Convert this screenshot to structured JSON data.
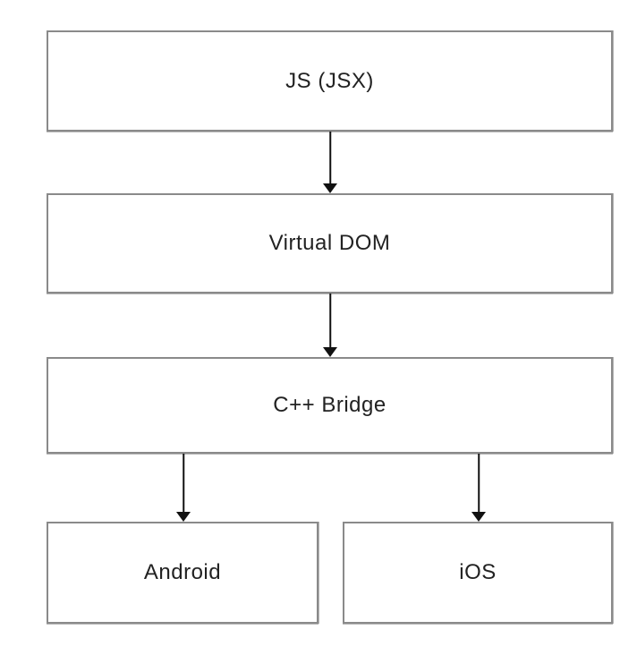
{
  "diagram": {
    "type": "flowchart",
    "direction": "top-down",
    "nodes": [
      {
        "id": "js-jsx",
        "label": "JS (JSX)"
      },
      {
        "id": "virtual-dom",
        "label": "Virtual DOM"
      },
      {
        "id": "cpp-bridge",
        "label": "C++ Bridge"
      },
      {
        "id": "android",
        "label": "Android"
      },
      {
        "id": "ios",
        "label": "iOS"
      }
    ],
    "edges": [
      {
        "from": "js-jsx",
        "to": "virtual-dom"
      },
      {
        "from": "virtual-dom",
        "to": "cpp-bridge"
      },
      {
        "from": "cpp-bridge",
        "to": "android"
      },
      {
        "from": "cpp-bridge",
        "to": "ios"
      }
    ],
    "colors": {
      "background": "#ffffff",
      "box_fill": "#ffffff",
      "box_border": "#8a8a8a",
      "text": "#222222",
      "arrow": "#111111"
    }
  }
}
